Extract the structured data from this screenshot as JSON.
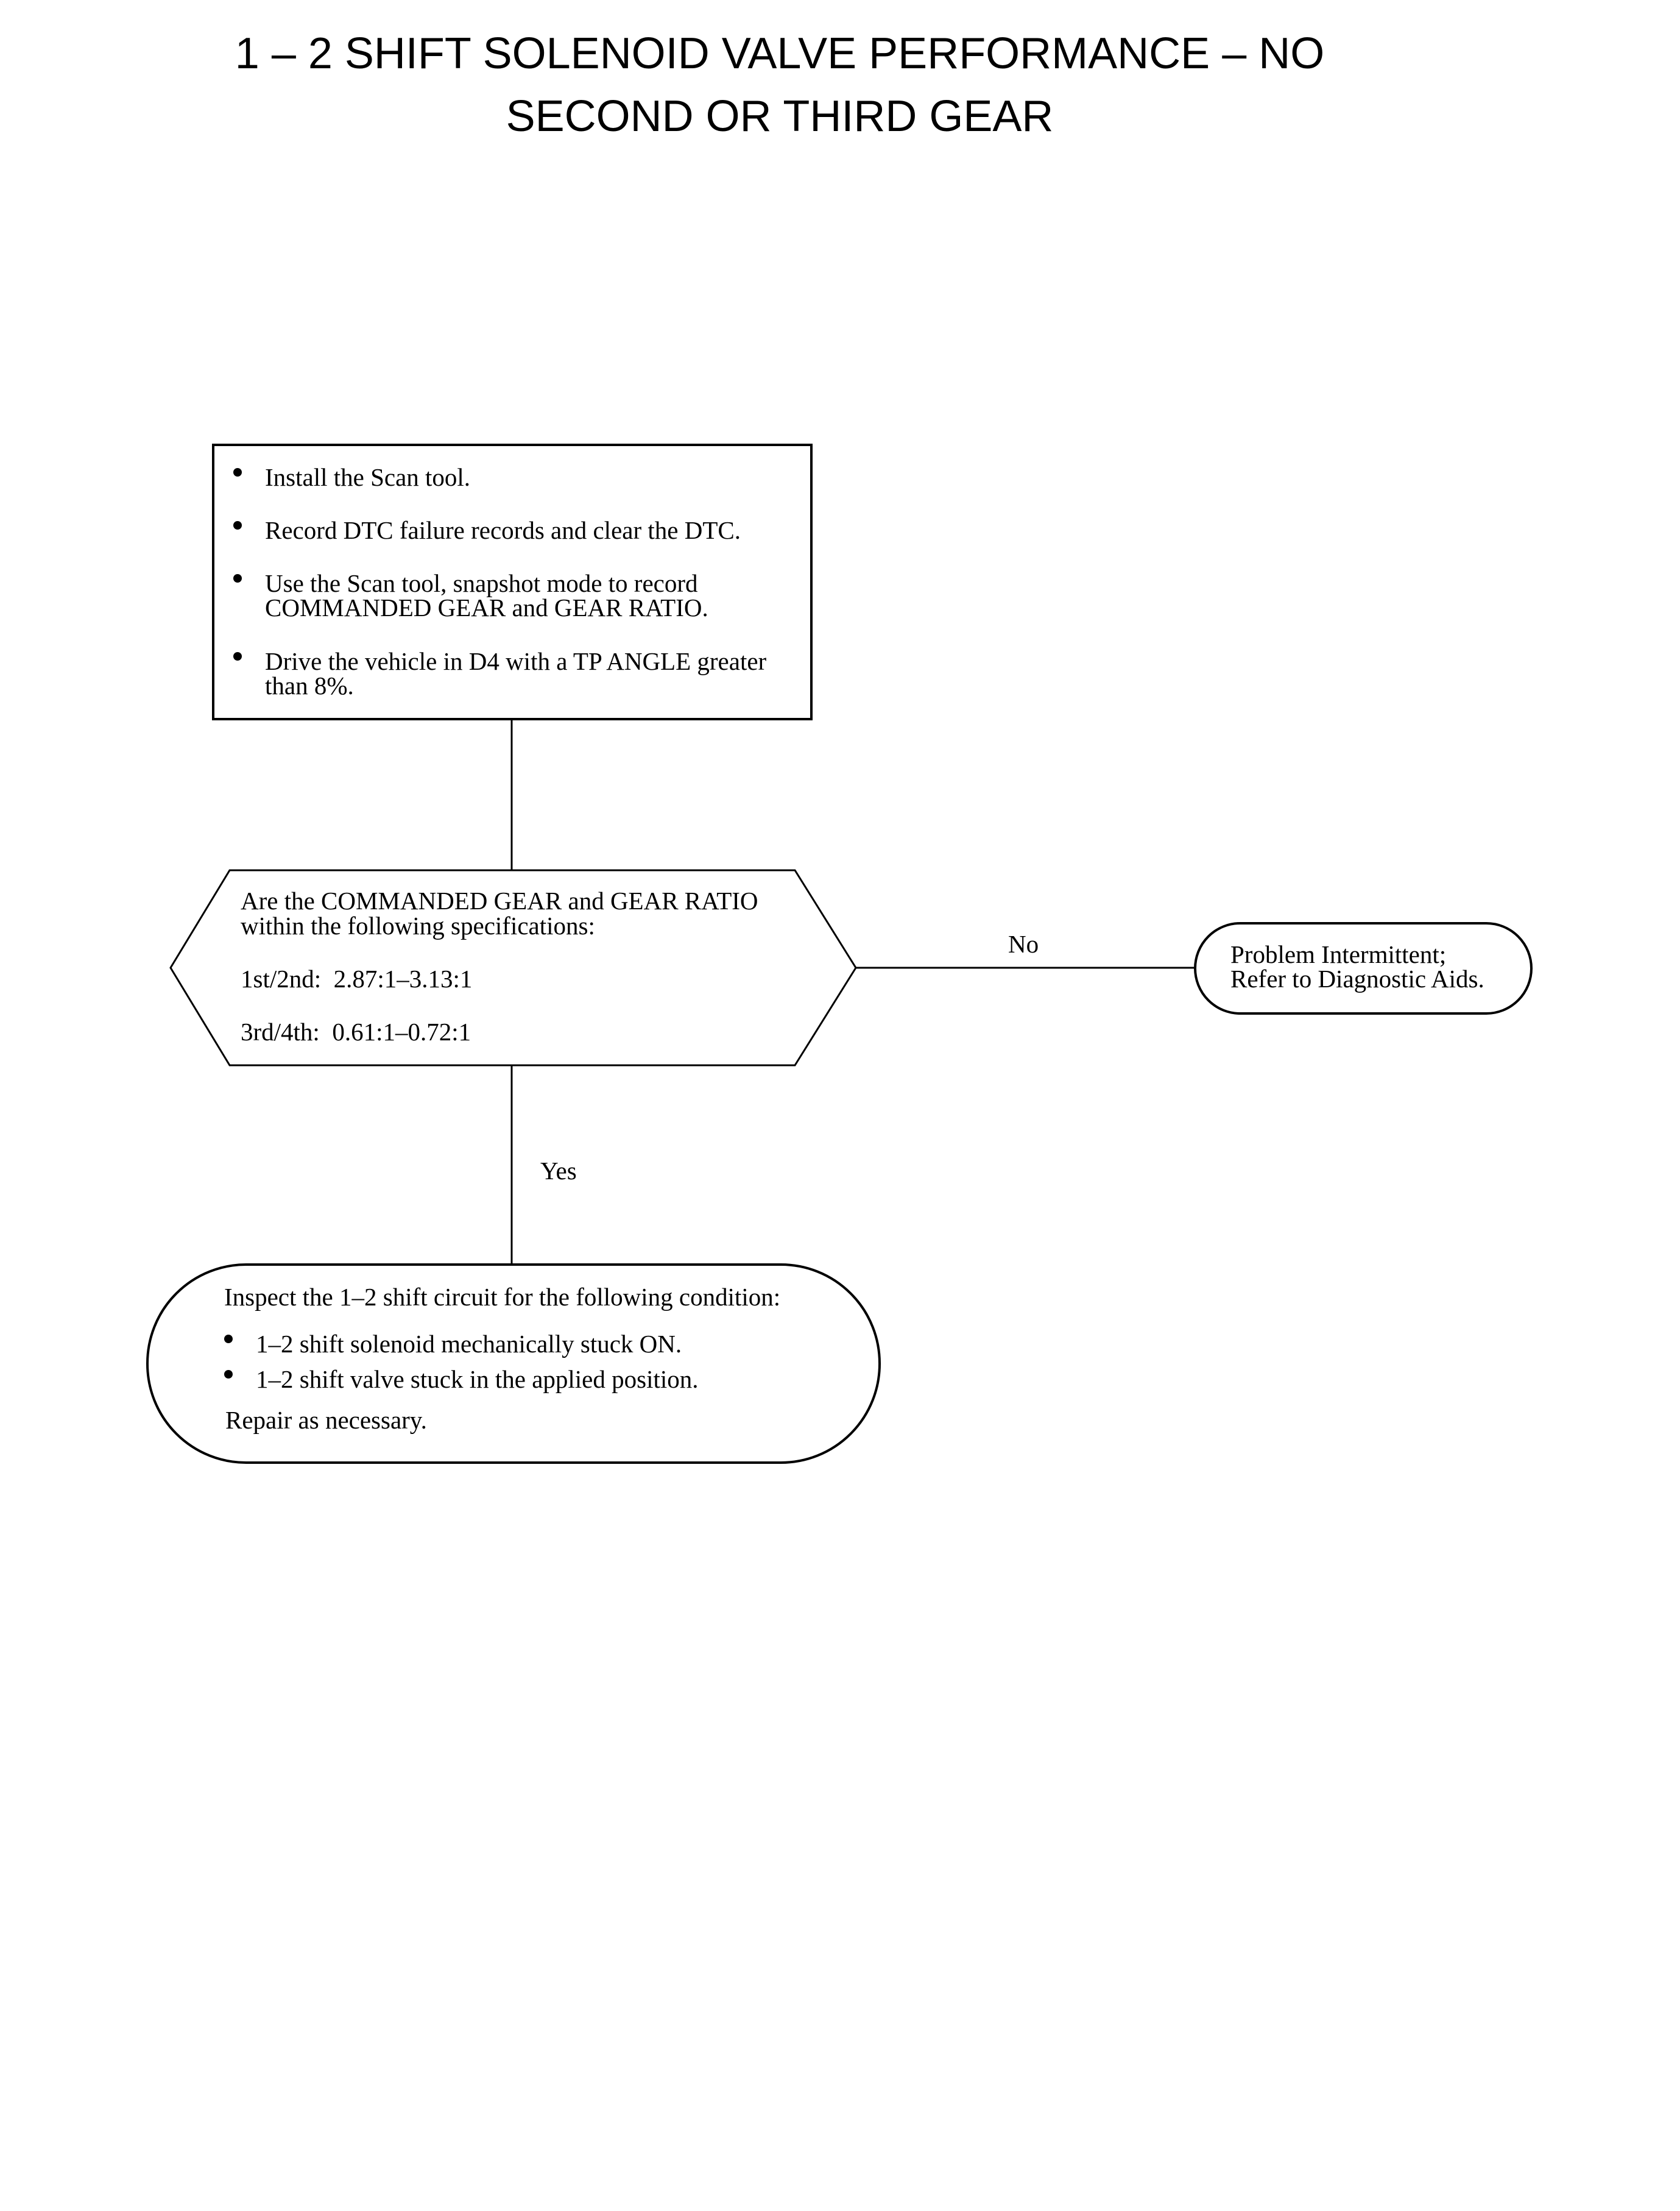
{
  "title": {
    "line1": "1 – 2 SHIFT SOLENOID VALVE PERFORMANCE – NO",
    "line2": "SECOND OR THIRD GEAR"
  },
  "steps": {
    "start": {
      "bullets": [
        [
          "Install the Scan tool."
        ],
        [
          "Record DTC failure records and clear the DTC."
        ],
        [
          "Use the Scan tool, snapshot mode to record",
          "COMMANDED GEAR and GEAR RATIO."
        ],
        [
          "Drive the vehicle in D4 with a TP ANGLE greater",
          "than 8%."
        ]
      ]
    },
    "decision": {
      "question_line1": "Are the COMMANDED GEAR and GEAR RATIO",
      "question_line2": "within the following specifications:",
      "spec1": "1st/2nd:  2.87:1–3.13:1",
      "spec2": "3rd/4th:  0.61:1–0.72:1"
    },
    "no_branch": {
      "label": "No",
      "line1": "Problem Intermittent;",
      "line2": "Refer to Diagnostic Aids."
    },
    "yes_branch": {
      "label": "Yes",
      "intro": "Inspect the 1–2 shift circuit for the following condition:",
      "bullets": [
        "1–2 shift solenoid mechanically stuck ON.",
        "1–2 shift valve stuck in the applied position."
      ],
      "footer": "Repair as necessary."
    }
  }
}
